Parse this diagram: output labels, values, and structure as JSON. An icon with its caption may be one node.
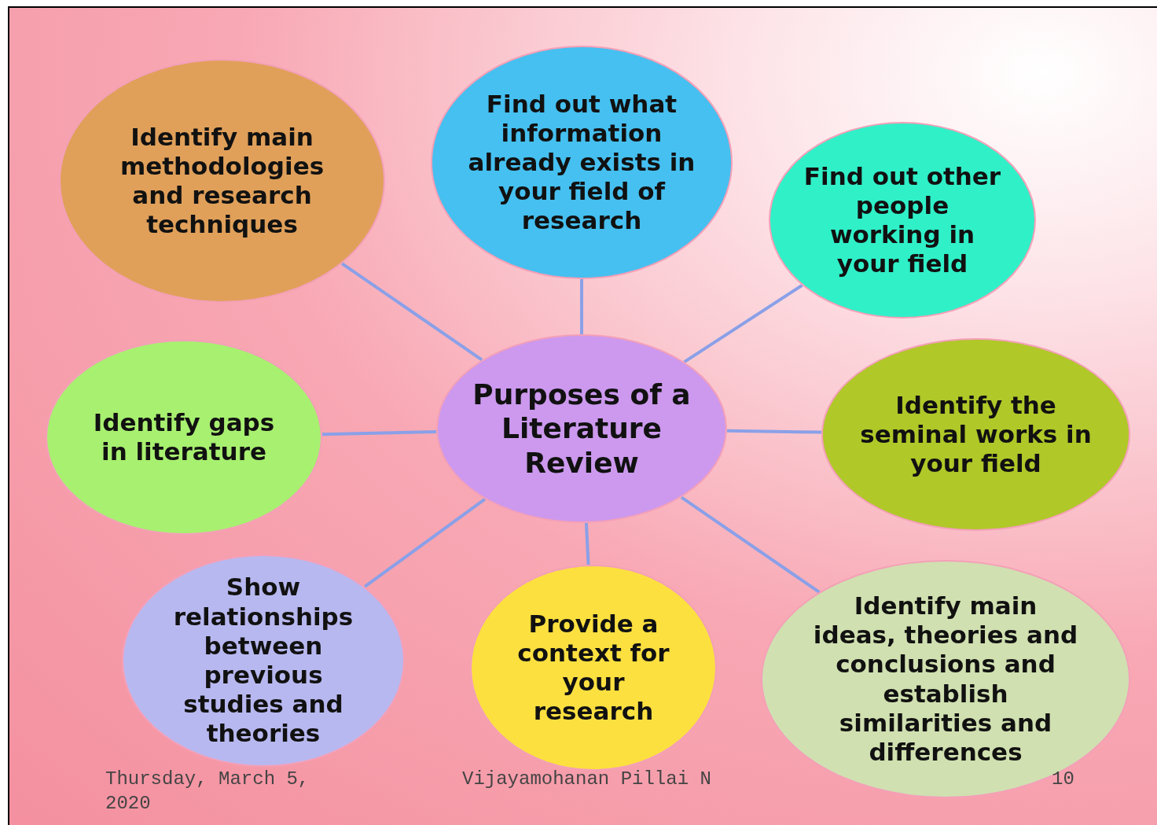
{
  "diagram": {
    "nodes": [
      {
        "text": [
          "Purposes of a Literature Review"
        ]
      },
      {
        "text": [
          "Identify main methodologies and research techniques"
        ]
      },
      {
        "text": [
          "Find out what information already exists in your field of research"
        ]
      },
      {
        "text": [
          "Find out other people working in your field"
        ]
      },
      {
        "text": [
          "Identify gaps in literature"
        ]
      },
      {
        "text": [
          "Identify the seminal works in your field"
        ]
      },
      {
        "text": [
          "Show relationships between previous studies and theories"
        ]
      },
      {
        "text": [
          "Provide a context for your research"
        ]
      },
      {
        "text": [
          "Identify main ideas, theories and conclusions and establish similarities and differences"
        ]
      }
    ],
    "edges": [
      {
        "from": 0,
        "to": 1,
        "arrow": "none"
      },
      {
        "from": 0,
        "to": 2,
        "arrow": "none"
      },
      {
        "from": 0,
        "to": 3,
        "arrow": "none"
      },
      {
        "from": 0,
        "to": 4,
        "arrow": "none"
      },
      {
        "from": 0,
        "to": 5,
        "arrow": "none"
      },
      {
        "from": 0,
        "to": 6,
        "arrow": "none"
      },
      {
        "from": 0,
        "to": 7,
        "arrow": "none"
      },
      {
        "from": 0,
        "to": 8,
        "arrow": "none"
      }
    ],
    "labels": [
      "Thursday, March 5, 2020",
      "Vijayamohanan Pillai N",
      "10"
    ]
  }
}
